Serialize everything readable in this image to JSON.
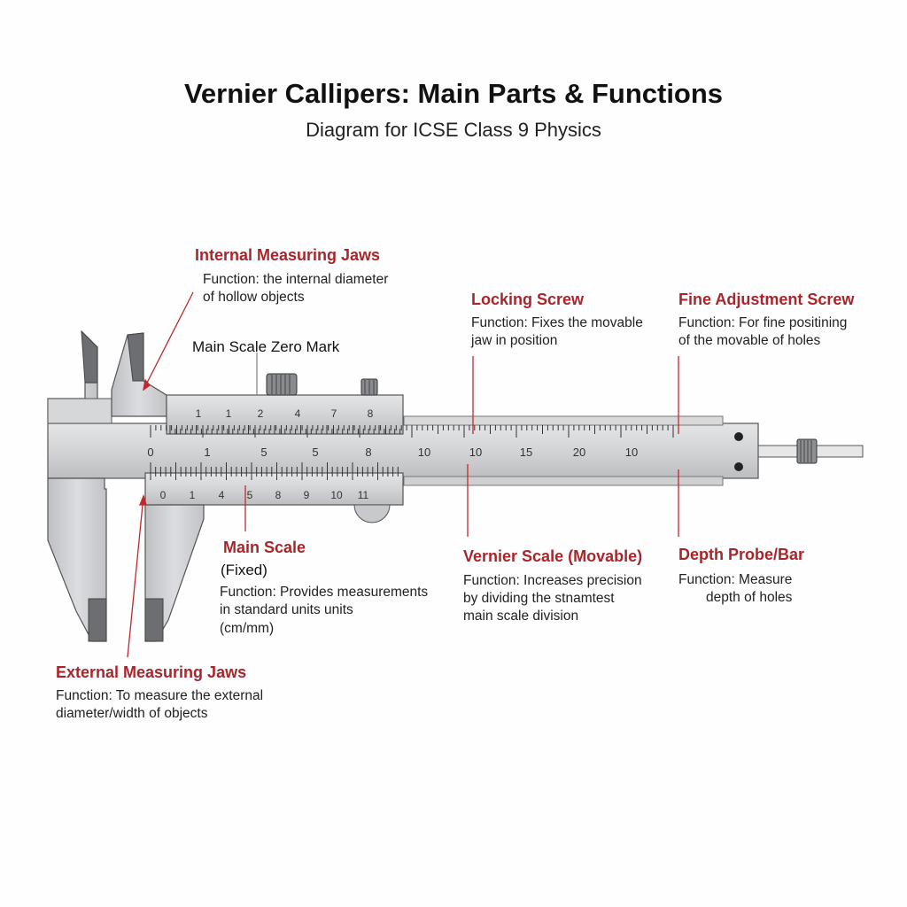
{
  "title": "Vernier Callipers: Main Parts & Functions",
  "subtitle": "Diagram for ICSE Class 9 Physics",
  "colors": {
    "label": "#a8262b",
    "leader": "#c0282d",
    "metal": "#c8c9cb",
    "text": "#222222"
  },
  "parts": {
    "internal_jaws": {
      "name": "Internal Measuring Jaws",
      "line1": "Function: the internal diameter",
      "line2": "of hollow objects"
    },
    "zero_mark": {
      "name": "Main Scale Zero Mark"
    },
    "locking_screw": {
      "name": "Locking Screw",
      "line1": "Function: Fixes the movable",
      "line2": "jaw in position"
    },
    "fine_adjust": {
      "name": "Fine Adjustment Screw",
      "line1": "Function: For fine positining",
      "line2": "of the movable of holes"
    },
    "main_scale": {
      "name": "Main Scale",
      "note": "(Fixed)",
      "line1": "Function: Provides measurements",
      "line2": "in standard units units",
      "line3": "(cm/mm)"
    },
    "vernier_scale": {
      "name": "Vernier Scale (Movable)",
      "line1": "Function: Increases precision",
      "line2": "by dividing the stnamtest",
      "line3": "main scale division"
    },
    "depth_probe": {
      "name": "Depth Probe/Bar",
      "line1": "Function: Measure",
      "line2": "depth of holes"
    },
    "external_jaws": {
      "name": "External Measuring Jaws",
      "line1": "Function: To measure the external",
      "line2": "diameter/width of objects"
    }
  },
  "scales": {
    "upper_vernier_numbers": [
      "1",
      "1",
      "2",
      "4",
      "7",
      "8"
    ],
    "main_scale_numbers": [
      "0",
      "1",
      "5",
      "5",
      "8",
      "10",
      "10",
      "15",
      "20",
      "10"
    ],
    "lower_vernier_numbers": [
      "0",
      "1",
      "4",
      "5",
      "8",
      "9",
      "10",
      "11"
    ]
  }
}
